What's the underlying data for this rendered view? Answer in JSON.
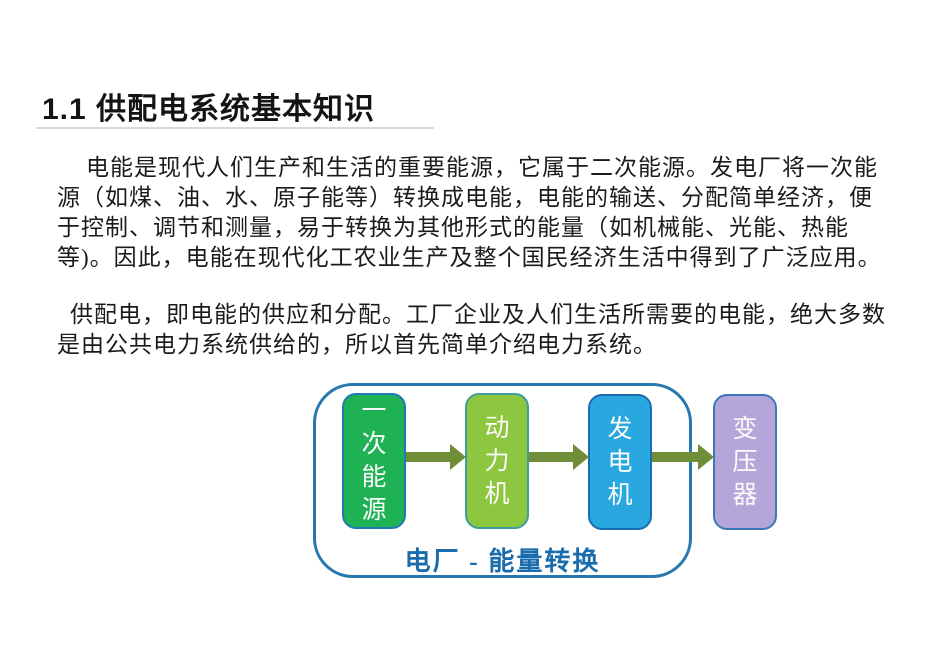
{
  "header": {
    "title": "1.1 供配电系统基本知识"
  },
  "paragraphs": {
    "p1_lines": [
      "电能是现代人们生产和生活的重要能源，它属于二次能源。发电厂将一次能",
      "源（如煤、油、水、原子能等）转换成电能，电能的输送、分配简单经济，便",
      "于控制、调节和测量，易于转换为其他形式的能量（如机械能、光能、热能",
      "等)。因此，电能在现代化工农业生产及整个国民经济生活中得到了广泛应用。"
    ],
    "p2_lines": [
      "供配电，即电能的供应和分配。工厂企业及人们生活所需要的电能，绝大多数",
      "是由公共电力系统供给的，所以首先简单介绍电力系统。"
    ]
  },
  "diagram": {
    "container_label": "电厂 - 能量转换",
    "label_color": "#1a6dad",
    "border_color": "#2878b0",
    "arrow_color": "#6f8e37",
    "nodes": [
      {
        "label": "一次能源",
        "fill": "#1eb254",
        "border": "#1d7ab5"
      },
      {
        "label": "动力机",
        "fill": "#8dc63f",
        "border": "#3e9e9e"
      },
      {
        "label": "发电机",
        "fill": "#29a8e0",
        "border": "#1b6db0"
      },
      {
        "label": "变压器",
        "fill": "#b4a6d8",
        "border": "#3c78b8"
      }
    ]
  }
}
